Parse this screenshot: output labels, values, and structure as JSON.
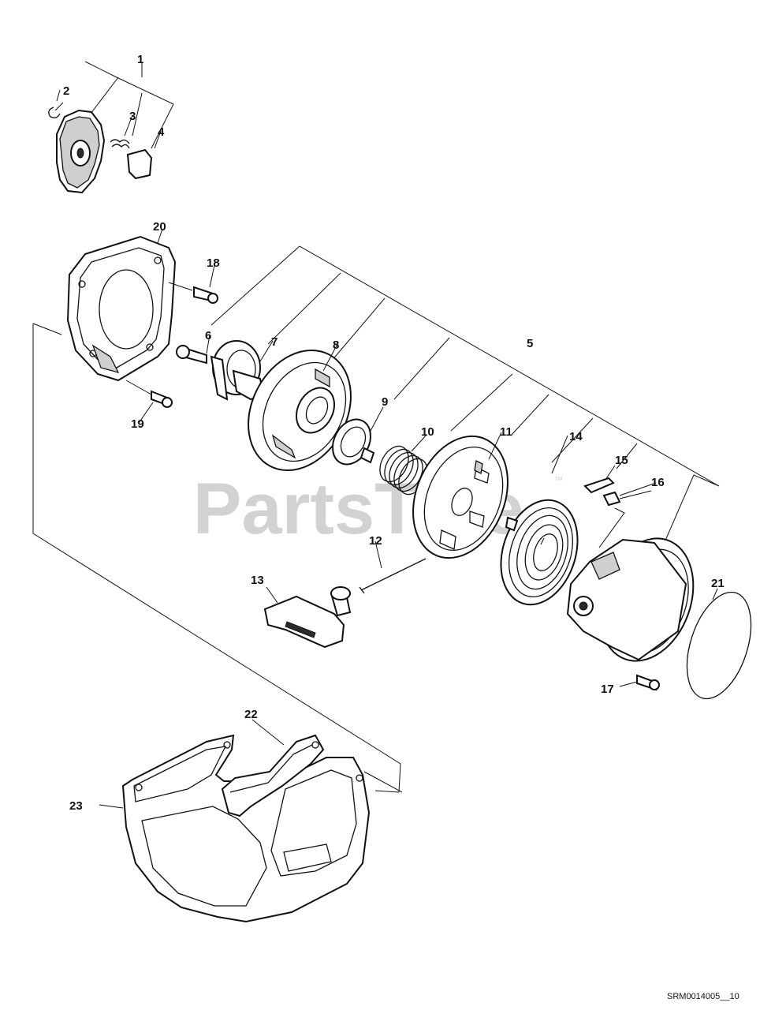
{
  "watermark": "PartsTree",
  "watermark_tm": "™",
  "drawing_code": "SRM0014005__10",
  "callouts": {
    "c1": "1",
    "c2": "2",
    "c3": "3",
    "c4": "4",
    "c5": "5",
    "c6": "6",
    "c7": "7",
    "c8": "8",
    "c9": "9",
    "c10": "10",
    "c11": "11",
    "c12": "12",
    "c13": "13",
    "c14": "14",
    "c15": "15",
    "c16": "16",
    "c17": "17",
    "c18": "18",
    "c19": "19",
    "c20": "20",
    "c21": "21",
    "c22": "22",
    "c23": "23"
  }
}
